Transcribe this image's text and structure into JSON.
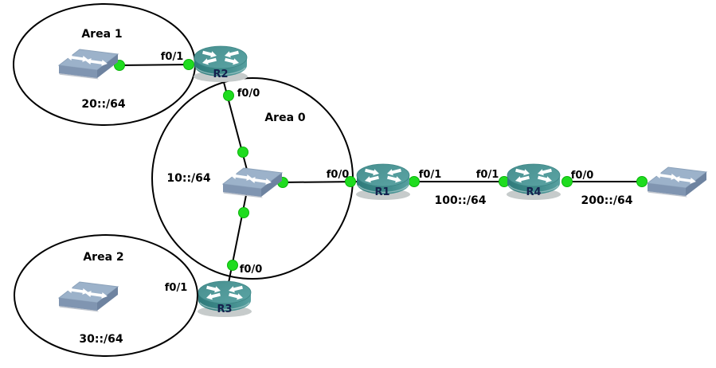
{
  "canvas": {
    "background": "#ffffff",
    "tool": "network-topology-diagram"
  },
  "colors": {
    "link": "#000000",
    "area_outline": "#000000",
    "port_up_dot": "#1fdc1f",
    "port_dot_border": "#0cb40c",
    "router_top": "#4f9c9c",
    "router_body_dark": "#2f7b7b",
    "router_body_light": "#57a0a0",
    "switch_top": "#9cb2ca",
    "switch_front": "#8095b1",
    "switch_side": "#6e83a0",
    "device_label": "#14204d",
    "text": "#000000"
  },
  "areas": [
    {
      "name": "Area 1",
      "network": "20::/64"
    },
    {
      "name": "Area 0",
      "network": "10::/64"
    },
    {
      "name": "Area 2",
      "network": "30::/64"
    }
  ],
  "routers": [
    {
      "name": "R1"
    },
    {
      "name": "R2"
    },
    {
      "name": "R3"
    },
    {
      "name": "R4"
    }
  ],
  "switches": [
    {
      "id": "switch-area1",
      "area": "Area 1"
    },
    {
      "id": "switch-area0",
      "area": "Area 0"
    },
    {
      "id": "switch-area2",
      "area": "Area 2"
    },
    {
      "id": "switch-lan200",
      "area": ""
    }
  ],
  "links": [
    {
      "from": "switch-area1",
      "to": "R2",
      "port_label": "f0/1"
    },
    {
      "from": "R2",
      "to": "switch-area0",
      "port_label": "f0/0"
    },
    {
      "from": "switch-area0",
      "to": "R1",
      "port_label": "f0/0"
    },
    {
      "from": "switch-area0",
      "to": "R3",
      "port_label": "f0/0"
    },
    {
      "from": "switch-area2",
      "to": "R3",
      "port_label": "f0/1"
    },
    {
      "from": "R1",
      "to": "R4",
      "port_label_from": "f0/1",
      "port_label_to": "f0/1",
      "network": "100::/64"
    },
    {
      "from": "R4",
      "to": "switch-lan200",
      "port_label_from": "f0/0",
      "network": "200::/64"
    }
  ]
}
